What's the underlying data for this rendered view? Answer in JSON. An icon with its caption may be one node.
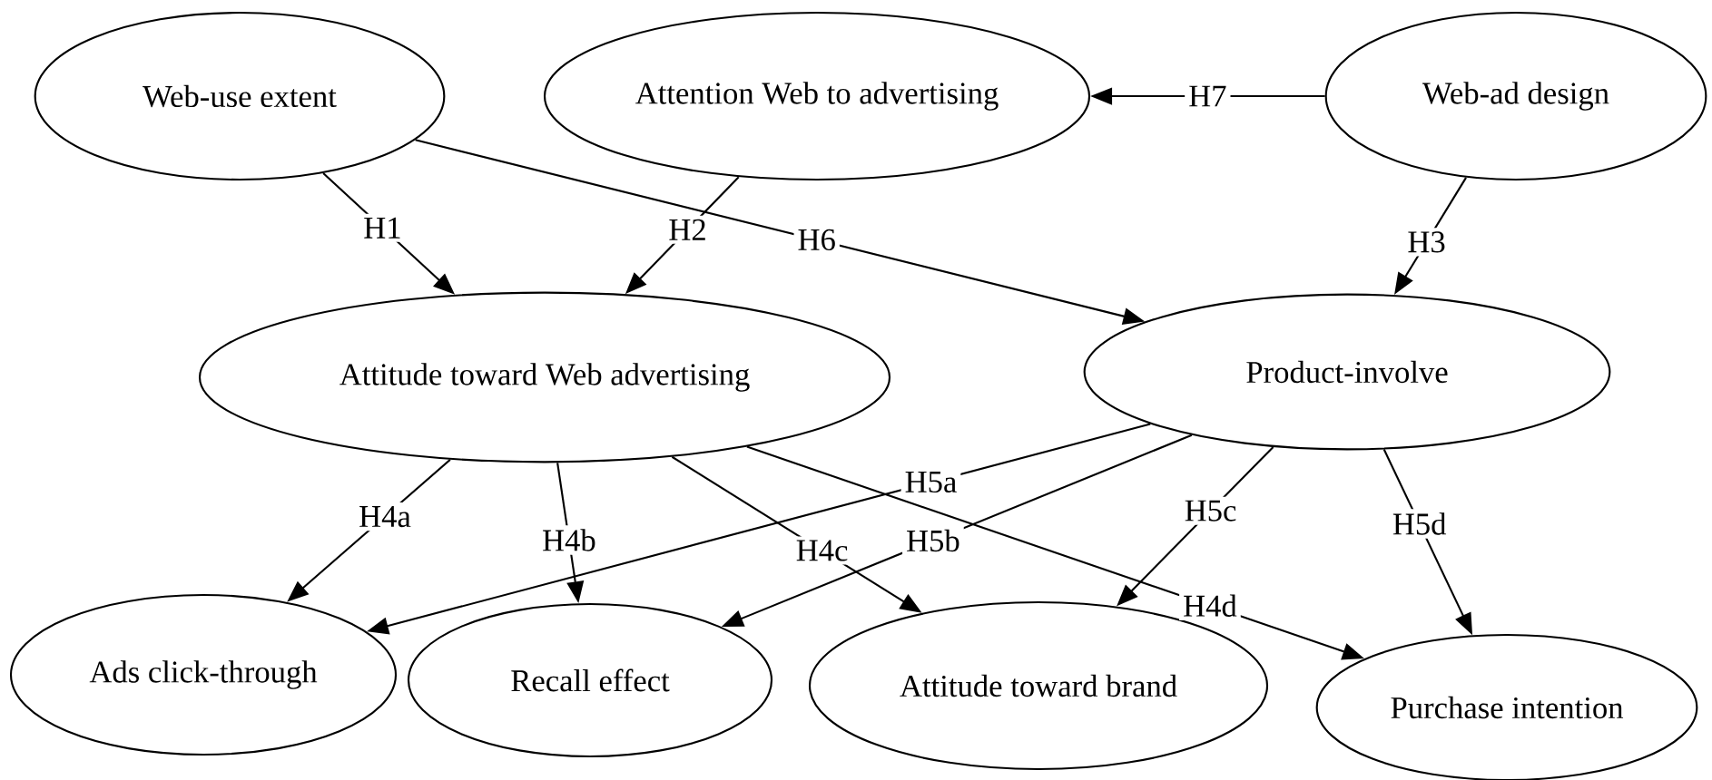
{
  "diagram": {
    "nodes": [
      {
        "text": [
          "Web-use extent"
        ]
      },
      {
        "text": [
          "Attention Web to advertising"
        ]
      },
      {
        "text": [
          "Web-ad design"
        ]
      },
      {
        "text": [
          "Attitude toward Web advertising"
        ]
      },
      {
        "text": [
          "Product-involve"
        ]
      },
      {
        "text": [
          "Ads click-through"
        ]
      },
      {
        "text": [
          "Recall effect"
        ]
      },
      {
        "text": [
          "Attitude toward brand"
        ]
      },
      {
        "text": [
          "Purchase intention"
        ]
      }
    ],
    "edges": [
      {
        "from": 0,
        "to": 3,
        "arrow": "to",
        "label": "H1"
      },
      {
        "from": 1,
        "to": 3,
        "arrow": "to",
        "label": "H2"
      },
      {
        "from": 2,
        "to": 1,
        "arrow": "to",
        "label": "H7"
      },
      {
        "from": 0,
        "to": 4,
        "arrow": "to",
        "label": "H6"
      },
      {
        "from": 2,
        "to": 4,
        "arrow": "to",
        "label": "H3"
      },
      {
        "from": 4,
        "to": 5,
        "arrow": "to",
        "label": "H5a"
      },
      {
        "from": 3,
        "to": 5,
        "arrow": "to",
        "label": "H4a"
      },
      {
        "from": 3,
        "to": 6,
        "arrow": "to",
        "label": "H4b"
      },
      {
        "from": 4,
        "to": 6,
        "arrow": "to",
        "label": "H5b"
      },
      {
        "from": 3,
        "to": 7,
        "arrow": "to",
        "label": "H4c"
      },
      {
        "from": 4,
        "to": 7,
        "arrow": "to",
        "label": "H5c"
      },
      {
        "from": 4,
        "to": 8,
        "arrow": "to",
        "label": "H5d"
      },
      {
        "from": 3,
        "to": 8,
        "arrow": "to",
        "label": "H4d"
      }
    ]
  }
}
